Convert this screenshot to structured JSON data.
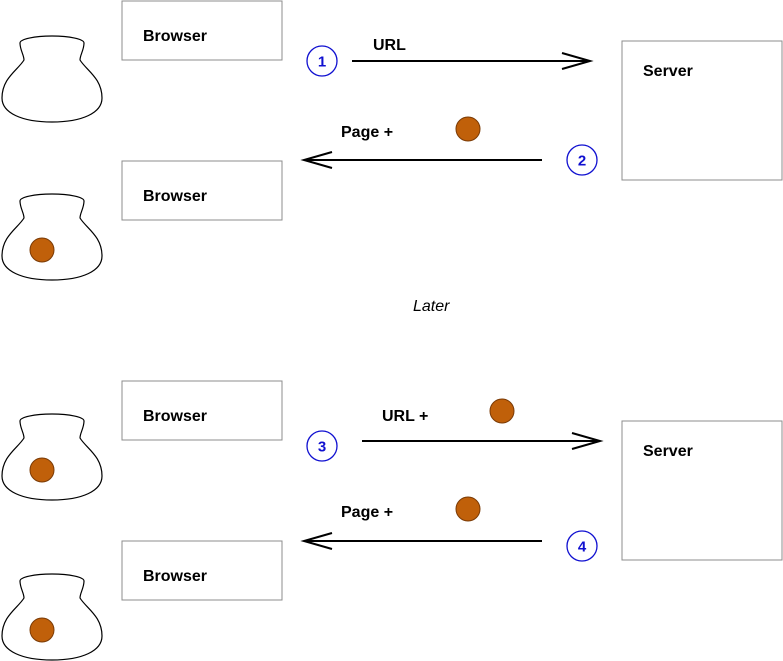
{
  "browser_label": "Browser",
  "server_label": "Server",
  "later_label": "Later",
  "messages": {
    "m1": "URL",
    "m2": "Page +",
    "m3": "URL +",
    "m4": "Page +"
  },
  "steps": [
    "1",
    "2",
    "3",
    "4"
  ],
  "colors": {
    "cookie": "#c0600a",
    "step": "#1010d0",
    "box_border": "#8c8c8c"
  }
}
